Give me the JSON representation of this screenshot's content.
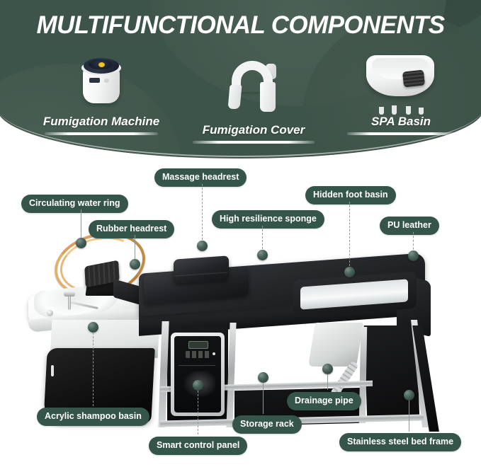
{
  "banner": {
    "title": "MULTIFUNCTIONAL COMPONENTS",
    "bg_color": "#3c5449",
    "products": [
      {
        "label": "Fumigation Machine",
        "icon": "fumigation-machine-icon"
      },
      {
        "label": "Fumigation Cover",
        "icon": "fumigation-cover-icon"
      },
      {
        "label": "SPA Basin",
        "icon": "spa-basin-icon"
      }
    ]
  },
  "scene": {
    "product": "shampoo-spa-bed",
    "pill_color": "#35544a",
    "callouts": [
      {
        "label": "Circulating water ring",
        "line": "solid"
      },
      {
        "label": "Rubber headrest",
        "line": "solid"
      },
      {
        "label": "Massage headrest",
        "line": "dashed"
      },
      {
        "label": "High resilience sponge",
        "line": "dashed"
      },
      {
        "label": "Hidden foot basin",
        "line": "dashed"
      },
      {
        "label": "PU leather",
        "line": "dashed"
      },
      {
        "label": "Acrylic shampoo basin",
        "line": "dashed"
      },
      {
        "label": "Smart control panel",
        "line": "dashed"
      },
      {
        "label": "Storage rack",
        "line": "solid"
      },
      {
        "label": "Drainage pipe",
        "line": "solid"
      },
      {
        "label": "Stainless steel bed frame",
        "line": "solid"
      }
    ]
  }
}
